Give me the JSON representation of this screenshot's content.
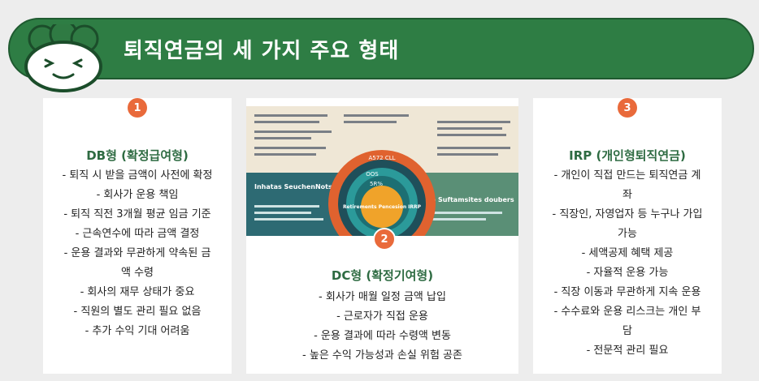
{
  "header": {
    "title": "퇴직연금의 세 가지 주요 형태"
  },
  "cards": [
    {
      "number": "1",
      "title": "DB형 (확정급여형)",
      "items": [
        "- 퇴직 시 받을 금액이 사전에 확정",
        "- 회사가 운용 책임",
        "- 퇴직 직전 3개월 평균 임금 기준",
        "- 근속연수에 따라 금액 결정",
        "- 운용 결과와 무관하게 약속된 금",
        "액 수령",
        "- 회사의 재무 상태가 중요",
        "- 직원의 별도 관리 필요 없음",
        "- 추가 수익 기대 어려움"
      ]
    },
    {
      "number": "2",
      "title": "DC형 (확정기여형)",
      "items": [
        "- 회사가 매월 일정 금액 납입",
        "- 근로자가 직접 운용",
        "- 운용 결과에 따라 수령액 변동",
        "- 높은 수익 가능성과 손실 위험 공존"
      ],
      "infographic": {
        "left_heading": "Inhatas SeuchenNots",
        "right_heading": "So Suftamsites doubers",
        "center_label": "Retirements Pencesion IRRP",
        "ring_labels": [
          "A572 CLL",
          "OOS",
          "5R%"
        ]
      }
    },
    {
      "number": "3",
      "title": "IRP (개인형퇴직연금)",
      "items": [
        "- 개인이 직접 만드는 퇴직연금 계",
        "좌",
        "- 직장인, 자영업자 등 누구나 가입",
        "가능",
        "- 세액공제 혜택 제공",
        "- 자율적 운용 가능",
        "- 직장 이동과 무관하게 지속 운용",
        "- 수수료와 운용 리스크는 개인 부",
        "담",
        "- 전문적 관리 필요"
      ]
    }
  ],
  "colors": {
    "banner": "#2e7d44",
    "accent": "#e96a3b",
    "title_green": "#2e6b42"
  }
}
